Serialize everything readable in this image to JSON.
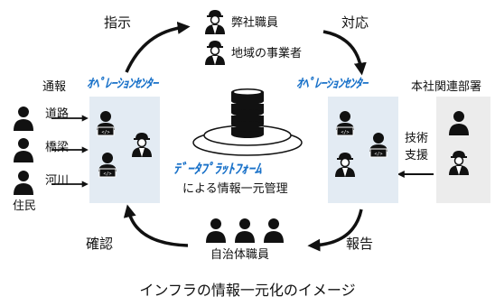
{
  "top": {
    "instruction": "指示",
    "response": "対応",
    "staff": "弊社職員",
    "local_business": "地域の事業者"
  },
  "left": {
    "report_label": "通報",
    "ops_center": "ｵﾍﾟﾚｰｼｮﾝｾﾝﾀｰ",
    "items": [
      "道路",
      "橋梁",
      "河川"
    ],
    "residents": "住民"
  },
  "right": {
    "ops_center": "ｵﾍﾟﾚｰｼｮﾝｾﾝﾀｰ",
    "hq": "本社関連部署",
    "tech_support": [
      "技術",
      "支援"
    ]
  },
  "center": {
    "platform": "ﾃﾞｰﾀﾌﾟﾗｯﾄﾌｫｰﾑ",
    "subtitle": "による情報一元管理"
  },
  "bottom": {
    "confirm": "確認",
    "report": "報告",
    "municipal": "自治体職員"
  },
  "caption": "インフラの情報一元化のイメージ",
  "colors": {
    "accent_blue": "#1a72c9",
    "panel_blue": "#e3ebf3",
    "panel_gray": "#ececec",
    "ink": "#111111"
  }
}
